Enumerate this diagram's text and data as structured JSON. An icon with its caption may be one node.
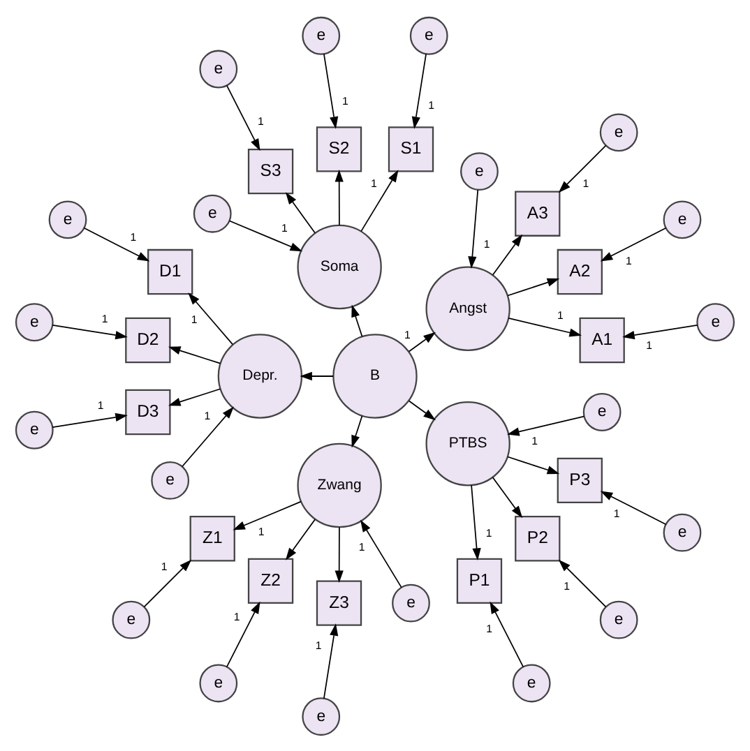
{
  "diagram": {
    "nodes": [
      {
        "text": [
          "B"
        ]
      },
      {
        "text": [
          "Angst"
        ]
      },
      {
        "text": [
          "e"
        ]
      },
      {
        "text": [
          "A1"
        ]
      },
      {
        "text": [
          "A2"
        ]
      },
      {
        "text": [
          "A3"
        ]
      },
      {
        "text": [
          "e"
        ]
      },
      {
        "text": [
          "e"
        ]
      },
      {
        "text": [
          "e"
        ]
      },
      {
        "text": [
          "Soma"
        ]
      },
      {
        "text": [
          "e"
        ]
      },
      {
        "text": [
          "S1"
        ]
      },
      {
        "text": [
          "S2"
        ]
      },
      {
        "text": [
          "S3"
        ]
      },
      {
        "text": [
          "e"
        ]
      },
      {
        "text": [
          "e"
        ]
      },
      {
        "text": [
          "e"
        ]
      },
      {
        "text": [
          "Depr."
        ]
      },
      {
        "text": [
          "e"
        ]
      },
      {
        "text": [
          "D1"
        ]
      },
      {
        "text": [
          "D2"
        ]
      },
      {
        "text": [
          "D3"
        ]
      },
      {
        "text": [
          "e"
        ]
      },
      {
        "text": [
          "e"
        ]
      },
      {
        "text": [
          "e"
        ]
      },
      {
        "text": [
          "Zwang"
        ]
      },
      {
        "text": [
          "e"
        ]
      },
      {
        "text": [
          "Z1"
        ]
      },
      {
        "text": [
          "Z2"
        ]
      },
      {
        "text": [
          "Z3"
        ]
      },
      {
        "text": [
          "e"
        ]
      },
      {
        "text": [
          "e"
        ]
      },
      {
        "text": [
          "e"
        ]
      },
      {
        "text": [
          "PTBS"
        ]
      },
      {
        "text": [
          "e"
        ]
      },
      {
        "text": [
          "P1"
        ]
      },
      {
        "text": [
          "P2"
        ]
      },
      {
        "text": [
          "P3"
        ]
      },
      {
        "text": [
          "e"
        ]
      },
      {
        "text": [
          "e"
        ]
      },
      {
        "text": [
          "e"
        ]
      }
    ],
    "edges": [
      {
        "from": 0,
        "to": 1,
        "arrow": "to",
        "label": "1"
      },
      {
        "from": 2,
        "to": 1,
        "arrow": "to",
        "label": "1"
      },
      {
        "from": 1,
        "to": 3,
        "arrow": "to",
        "label": "1"
      },
      {
        "from": 1,
        "to": 4,
        "arrow": "to"
      },
      {
        "from": 1,
        "to": 5,
        "arrow": "to"
      },
      {
        "from": 6,
        "to": 3,
        "arrow": "to",
        "label": "1"
      },
      {
        "from": 7,
        "to": 4,
        "arrow": "to",
        "label": "1"
      },
      {
        "from": 8,
        "to": 5,
        "arrow": "to",
        "label": "1"
      },
      {
        "from": 0,
        "to": 9,
        "arrow": "to"
      },
      {
        "from": 10,
        "to": 9,
        "arrow": "to",
        "label": "1"
      },
      {
        "from": 9,
        "to": 11,
        "arrow": "to",
        "label": "1"
      },
      {
        "from": 9,
        "to": 12,
        "arrow": "to"
      },
      {
        "from": 9,
        "to": 13,
        "arrow": "to"
      },
      {
        "from": 14,
        "to": 11,
        "arrow": "to",
        "label": "1"
      },
      {
        "from": 15,
        "to": 12,
        "arrow": "to",
        "label": "1"
      },
      {
        "from": 16,
        "to": 13,
        "arrow": "to",
        "label": "1"
      },
      {
        "from": 0,
        "to": 17,
        "arrow": "to"
      },
      {
        "from": 18,
        "to": 17,
        "arrow": "to",
        "label": "1"
      },
      {
        "from": 17,
        "to": 19,
        "arrow": "to",
        "label": "1"
      },
      {
        "from": 17,
        "to": 20,
        "arrow": "to"
      },
      {
        "from": 17,
        "to": 21,
        "arrow": "to"
      },
      {
        "from": 22,
        "to": 19,
        "arrow": "to",
        "label": "1"
      },
      {
        "from": 23,
        "to": 20,
        "arrow": "to",
        "label": "1"
      },
      {
        "from": 24,
        "to": 21,
        "arrow": "to",
        "label": "1"
      },
      {
        "from": 0,
        "to": 25,
        "arrow": "to"
      },
      {
        "from": 26,
        "to": 25,
        "arrow": "to",
        "label": "1"
      },
      {
        "from": 25,
        "to": 27,
        "arrow": "to",
        "label": "1"
      },
      {
        "from": 25,
        "to": 28,
        "arrow": "to"
      },
      {
        "from": 25,
        "to": 29,
        "arrow": "to"
      },
      {
        "from": 30,
        "to": 27,
        "arrow": "to",
        "label": "1"
      },
      {
        "from": 31,
        "to": 28,
        "arrow": "to",
        "label": "1"
      },
      {
        "from": 32,
        "to": 29,
        "arrow": "to",
        "label": "1"
      },
      {
        "from": 0,
        "to": 33,
        "arrow": "to"
      },
      {
        "from": 34,
        "to": 33,
        "arrow": "to",
        "label": "1"
      },
      {
        "from": 33,
        "to": 35,
        "arrow": "to",
        "label": "1"
      },
      {
        "from": 33,
        "to": 36,
        "arrow": "to"
      },
      {
        "from": 33,
        "to": 37,
        "arrow": "to"
      },
      {
        "from": 38,
        "to": 35,
        "arrow": "to",
        "label": "1"
      },
      {
        "from": 39,
        "to": 36,
        "arrow": "to",
        "label": "1"
      },
      {
        "from": 40,
        "to": 37,
        "arrow": "to",
        "label": "1"
      }
    ]
  }
}
